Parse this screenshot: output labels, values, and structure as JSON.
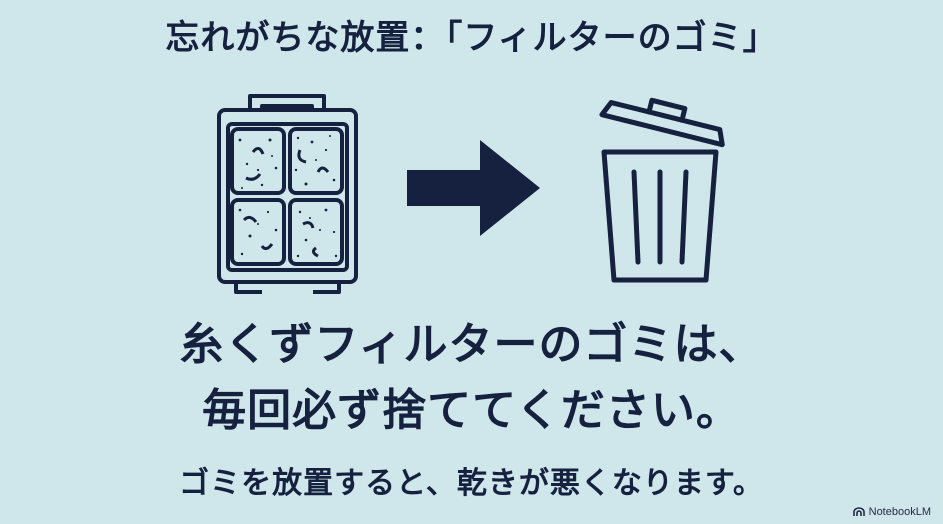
{
  "title": "忘れがちな放置：「フィルターのゴミ」",
  "main_message": {
    "line1": "糸くずフィルターのゴミは、",
    "line2": "毎回必ず捨ててください。"
  },
  "sub_message": "ゴミを放置すると、乾きが悪くなります。",
  "watermark": {
    "label": "NotebookLM",
    "icon": "notebooklm-logo-icon"
  },
  "icons": {
    "filter": "dirty-lint-filter-icon",
    "arrow": "right-arrow-icon",
    "trash": "trash-can-icon"
  },
  "colors": {
    "background": "#cfe7ea",
    "ink": "#16213f"
  }
}
